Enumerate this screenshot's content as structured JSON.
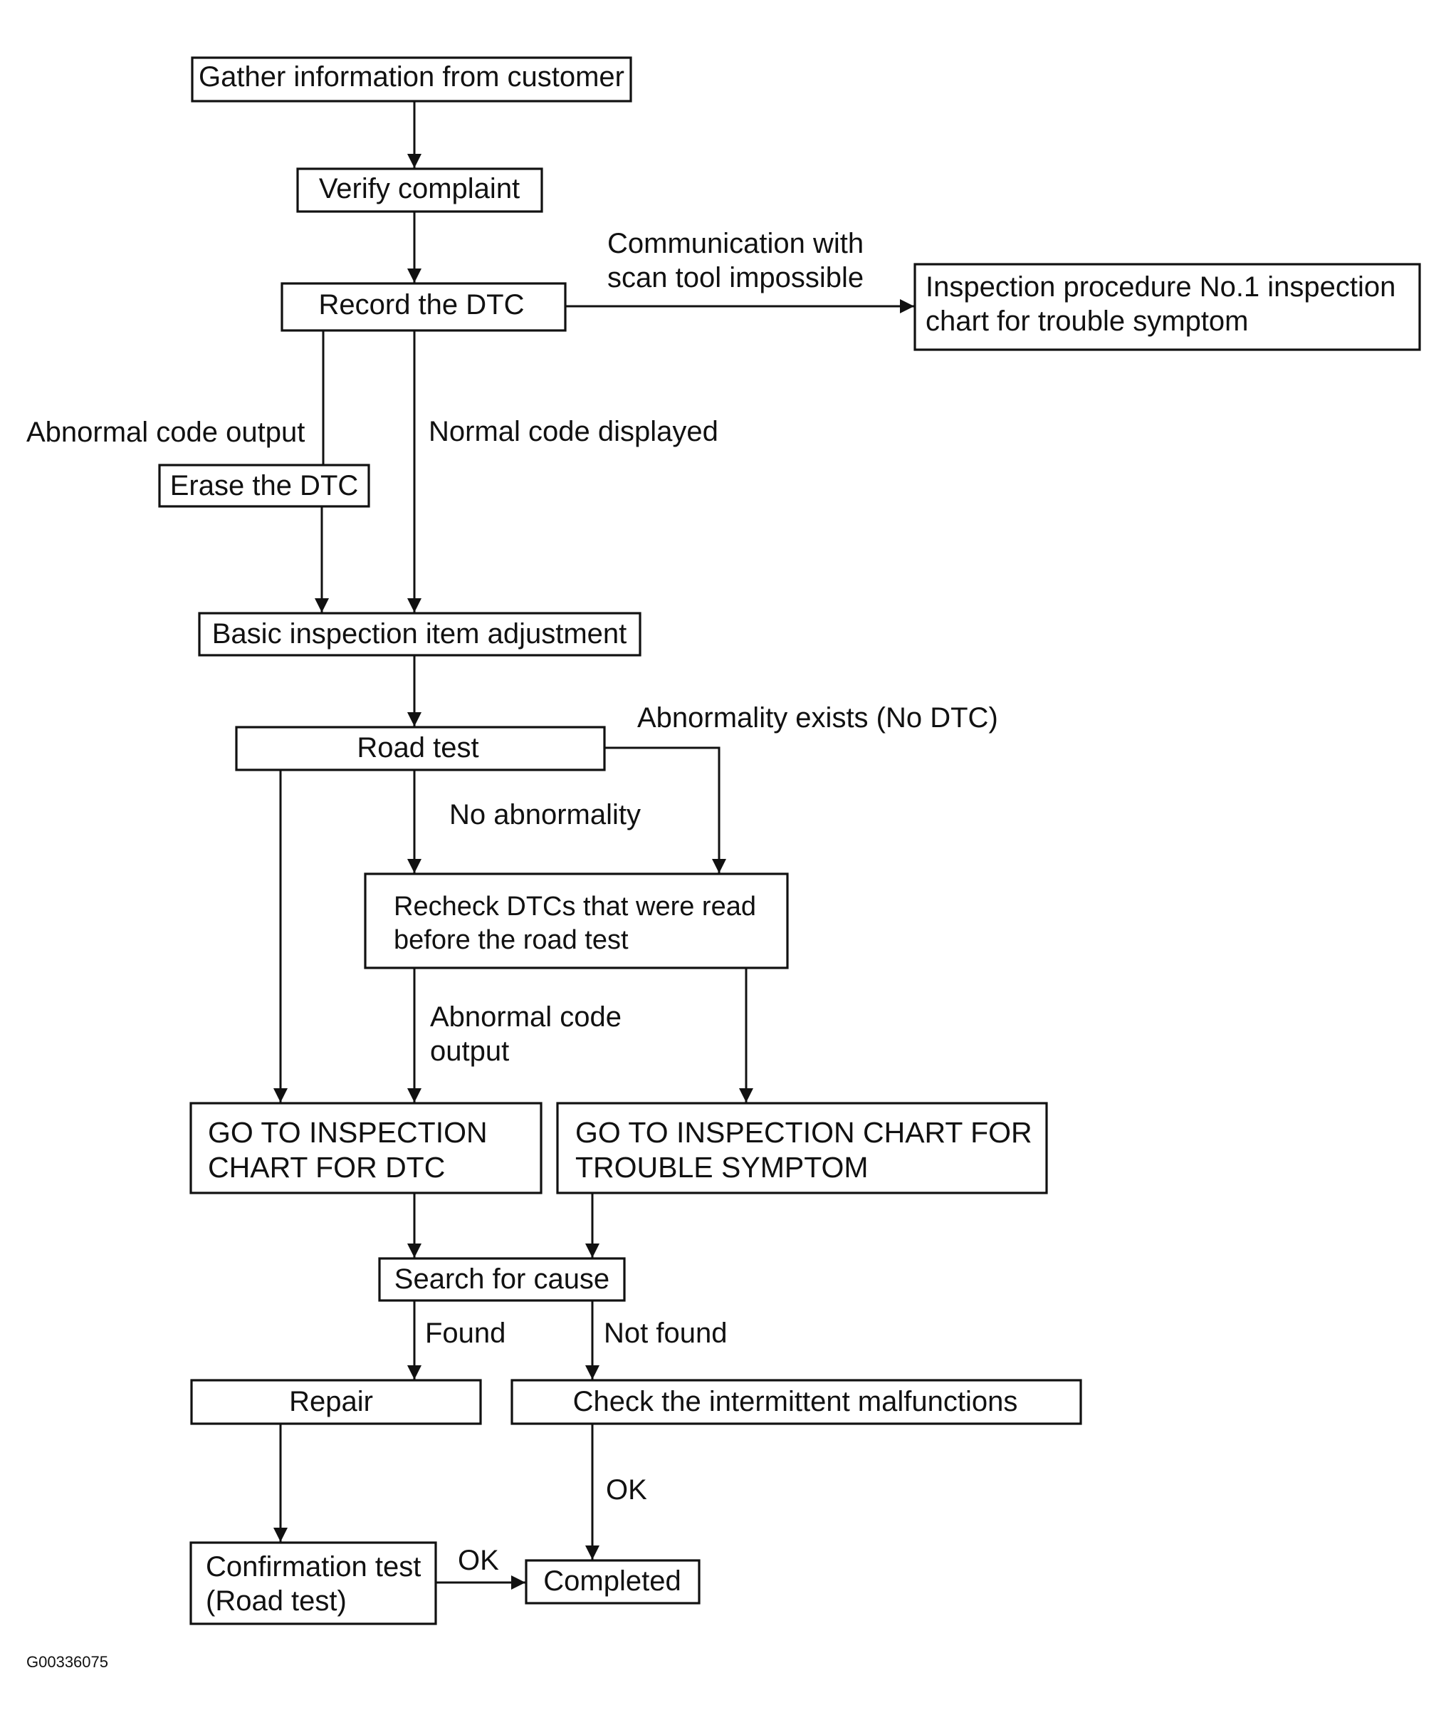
{
  "diagram": {
    "boxes": {
      "gather": "Gather information from customer",
      "verify": "Verify complaint",
      "record": "Record the DTC",
      "inspection_no1": [
        "Inspection procedure No.1 inspection",
        "chart for trouble symptom"
      ],
      "erase": "Erase the DTC",
      "basic": "Basic inspection item adjustment",
      "road_test": "Road test",
      "recheck": [
        "Recheck DTCs that were read",
        "before the road test"
      ],
      "goto_dtc": [
        "GO TO INSPECTION",
        "CHART FOR DTC"
      ],
      "goto_symptom": [
        "GO TO INSPECTION CHART FOR",
        "TROUBLE SYMPTOM"
      ],
      "search": "Search for cause",
      "repair": "Repair",
      "intermittent": "Check the intermittent malfunctions",
      "confirmation": [
        "Confirmation test",
        "(Road test)"
      ],
      "completed": "Completed"
    },
    "labels": {
      "comm_impossible": [
        "Communication with",
        "scan tool impossible"
      ],
      "abnormal_output_1": "Abnormal code output",
      "normal_displayed": "Normal code displayed",
      "abnormality_exists": "Abnormality exists (No DTC)",
      "no_abnormality": "No abnormality",
      "abnormal_output_2": [
        "Abnormal code",
        "output"
      ],
      "found": "Found",
      "not_found": "Not found",
      "ok_intermittent": "OK",
      "ok_confirmation": "OK"
    },
    "figure_id": "G00336075"
  }
}
